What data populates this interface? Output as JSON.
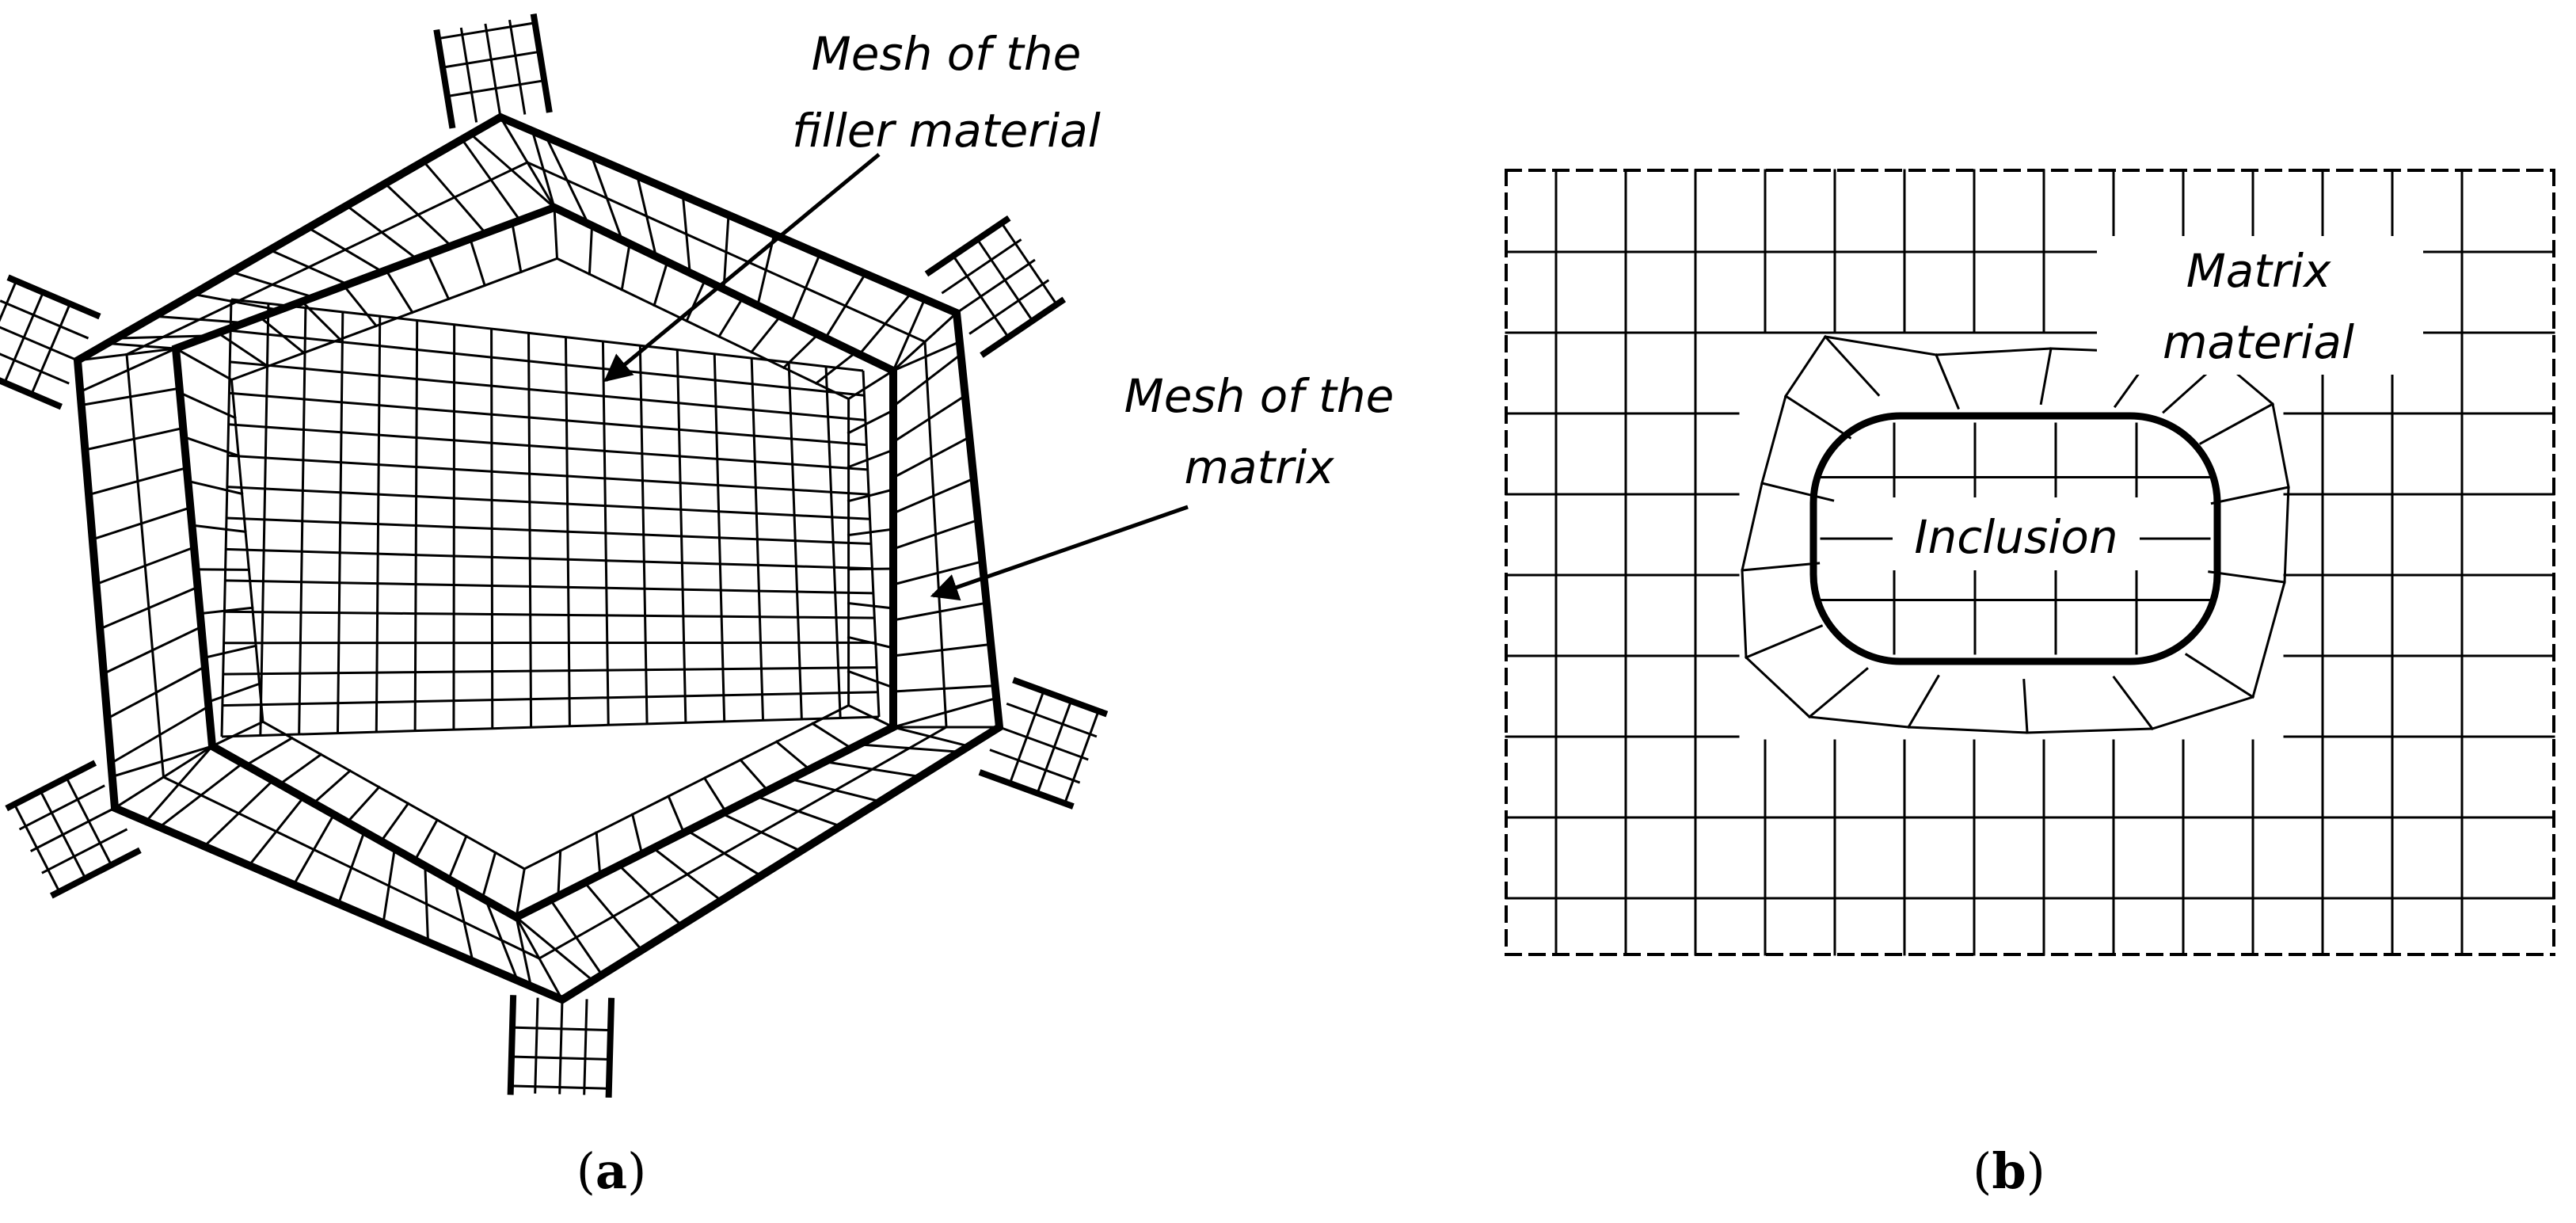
{
  "panel_a": {
    "label_filler_line1": "Mesh of the",
    "label_filler_line2": "filler material",
    "label_matrix_line1": "Mesh of the",
    "label_matrix_line2": "matrix",
    "caption_open": "(",
    "caption_letter": "a",
    "caption_close": ")"
  },
  "panel_b": {
    "label_matrix_line1": "Matrix",
    "label_matrix_line2": "material",
    "label_inclusion": "Inclusion",
    "caption_open": "(",
    "caption_letter": "b",
    "caption_close": ")"
  },
  "colors": {
    "ink": "#000000",
    "background": "#ffffff"
  }
}
